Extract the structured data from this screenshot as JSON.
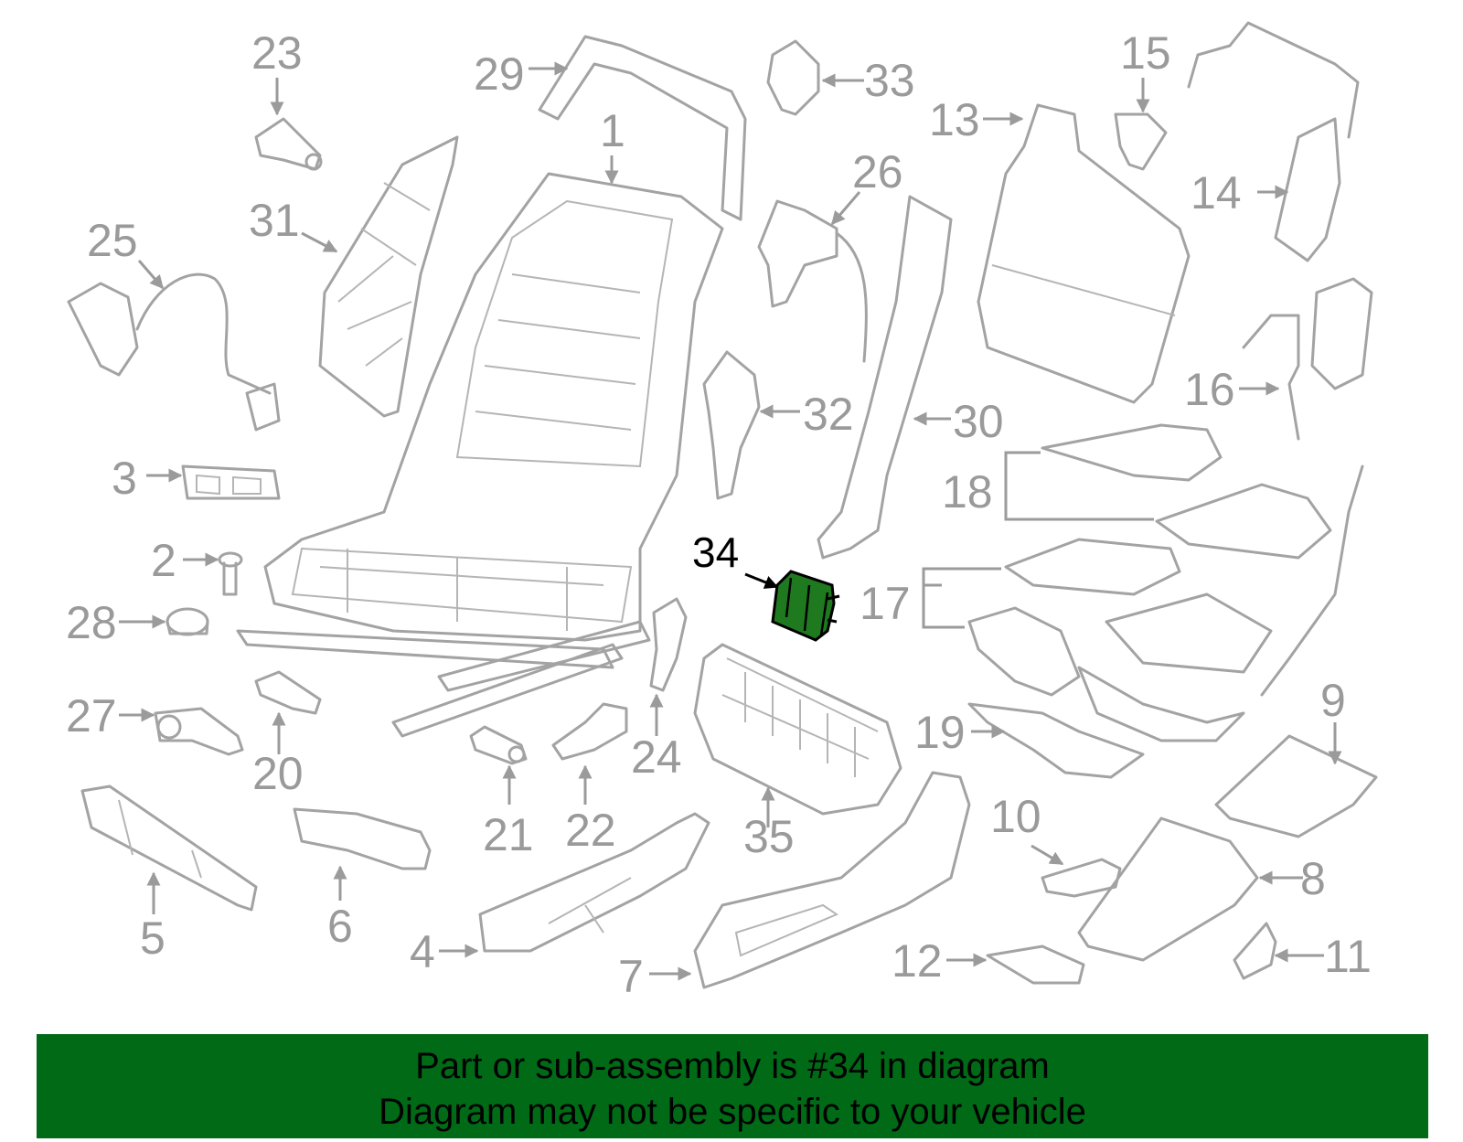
{
  "diagram": {
    "highlighted_part": "34",
    "highlight_color": "#1f7a1f",
    "callouts": [
      "1",
      "2",
      "3",
      "4",
      "5",
      "6",
      "7",
      "8",
      "9",
      "10",
      "11",
      "12",
      "13",
      "14",
      "15",
      "16",
      "17",
      "18",
      "19",
      "20",
      "21",
      "22",
      "23",
      "24",
      "25",
      "26",
      "27",
      "28",
      "29",
      "30",
      "31",
      "32",
      "33",
      "34",
      "35"
    ]
  },
  "banner": {
    "line1": "Part or sub-assembly is #34 in diagram",
    "line2": "Diagram may not be specific to your vehicle",
    "background": "#006a16"
  }
}
